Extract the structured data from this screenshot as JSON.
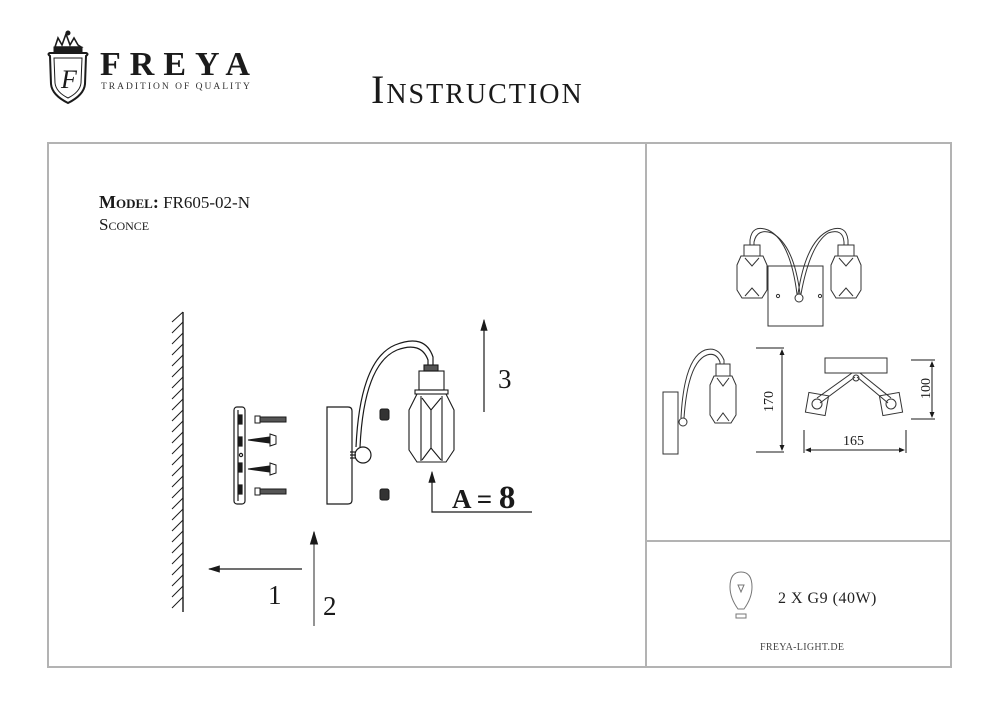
{
  "header": {
    "brand": "FREYA",
    "tagline": "TRADITION OF QUALITY",
    "logo_icon": "crest-shield-crown-icon",
    "title": "Instruction"
  },
  "product": {
    "model_label": "Model:",
    "model_value": "FR605-02-N",
    "type": "Sconce"
  },
  "assembly": {
    "step_1": "1",
    "step_2": "2",
    "step_3": "3",
    "a_label": "A",
    "a_equals": "=",
    "a_value": "8",
    "icons": [
      "wall-hatch-icon",
      "mounting-bracket-icon",
      "screw-icon",
      "wall-plug-icon",
      "cap-nut-icon",
      "sconce-arm-icon",
      "crystal-shade-icon",
      "arrow-icon"
    ]
  },
  "dimensions": {
    "height": "170",
    "width": "165",
    "depth": "100"
  },
  "bulb": {
    "icon": "light-bulb-icon",
    "spec": "2 X G9 (40W)"
  },
  "footer": {
    "website": "FREYA-LIGHT.DE"
  },
  "colors": {
    "frame_line": "#b3b3b3",
    "ink": "#1a1a1a"
  }
}
